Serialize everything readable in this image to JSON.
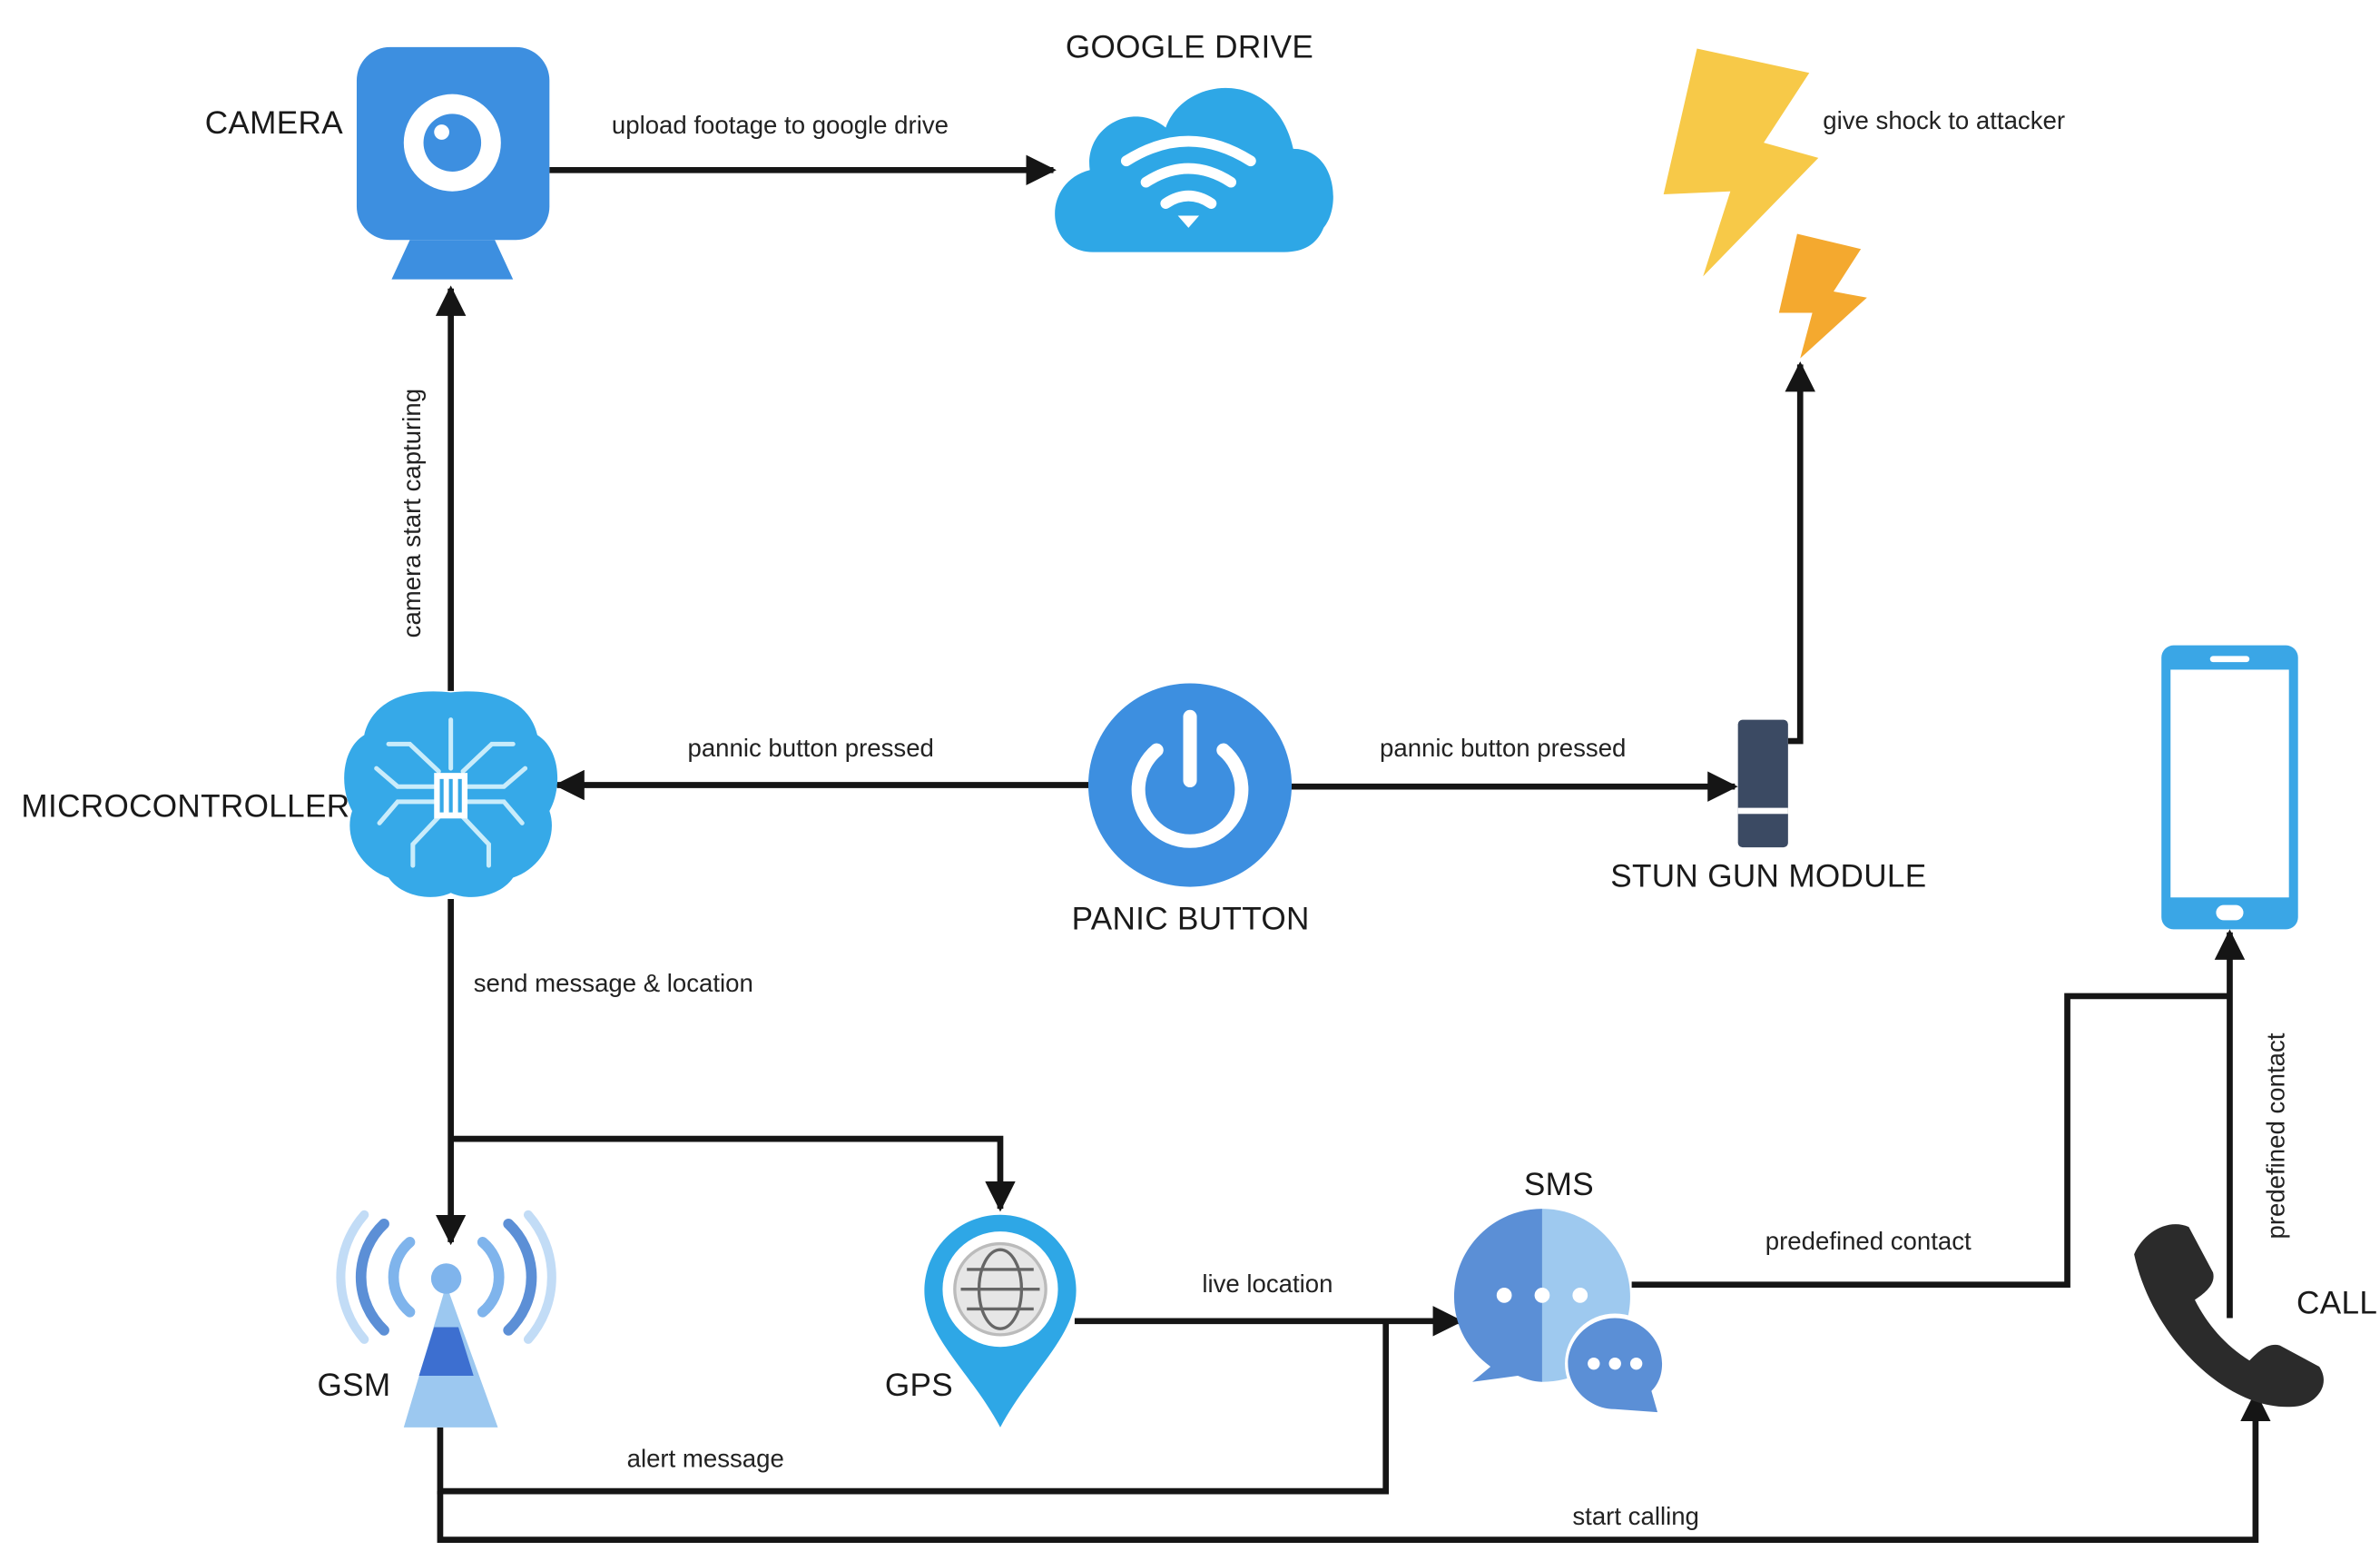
{
  "nodes": {
    "camera": "CAMERA",
    "google_drive": "GOOGLE DRIVE",
    "microcontroller": "MICROCONTROLLER",
    "panic_button": "PANIC BUTTON",
    "stun_gun": "STUN GUN MODULE",
    "gsm": "GSM",
    "gps": "GPS",
    "sms": "SMS",
    "call": "CALL"
  },
  "edges": {
    "upload": "upload footage to google drive",
    "camera_start": "camera start capturing",
    "give_shock": "give shock to attacker",
    "panic_left": "pannic button pressed",
    "panic_right": "pannic button pressed",
    "send_message": "send message & location",
    "live_location": "live location",
    "alert_message": "alert message",
    "start_calling": "start calling",
    "predefined_contact_h": "predefined contact",
    "predefined_contact_v": "predefined contact"
  },
  "colors": {
    "blue": "#3d8fe0",
    "light_blue": "#36a9e8",
    "cloud": "#2ea7e6",
    "lightning_yellow": "#f7c948",
    "lightning_orange": "#f4a92f",
    "stun_gun": "#3b4a63",
    "phone": "#3aa6e6",
    "sms_left": "#5b8fd6",
    "sms_right": "#9ec9ef",
    "call": "#2b2b2b",
    "wire": "#151515"
  }
}
